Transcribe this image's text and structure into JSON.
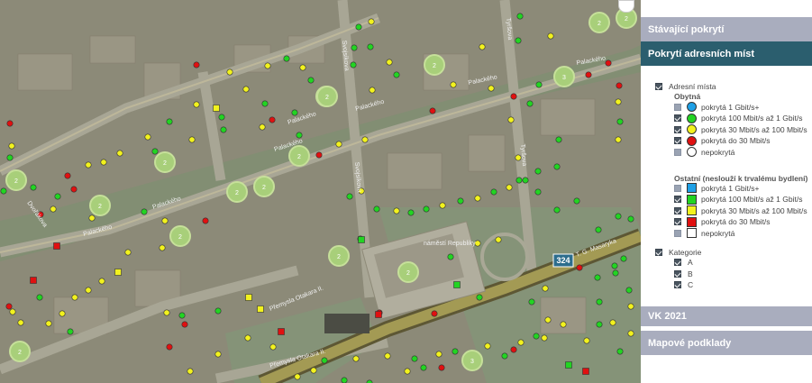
{
  "panel": {
    "sections": {
      "existing": "Stávající pokrytí",
      "address": "Pokrytí adresních míst",
      "vk": "VK 2021",
      "base": "Mapové podklady"
    },
    "tree": {
      "root": "Adresní místa",
      "residential": {
        "title": "Obytná",
        "items": [
          {
            "label": "pokrytá 1 Gbit/s+",
            "color": "#1ea0e6",
            "checked": false
          },
          {
            "label": "pokrytá 100 Mbit/s až 1 Gbit/s",
            "color": "#22d422",
            "checked": true
          },
          {
            "label": "pokrytá 30 Mbit/s až 100 Mbit/s",
            "color": "#f2f21e",
            "checked": true
          },
          {
            "label": "pokrytá do 30 Mbit/s",
            "color": "#e01010",
            "checked": true
          },
          {
            "label": "nepokrytá",
            "color": "#ffffff",
            "checked": false
          }
        ]
      },
      "other": {
        "title": "Ostatní (neslouží k trvalému bydlení)",
        "items": [
          {
            "label": "pokrytá 1 Gbit/s+",
            "color": "#1ea0e6",
            "checked": false
          },
          {
            "label": "pokrytá 100 Mbit/s až 1 Gbit/s",
            "color": "#22d422",
            "checked": true
          },
          {
            "label": "pokrytá 30 Mbit/s až 100 Mbit/s",
            "color": "#f2f21e",
            "checked": true
          },
          {
            "label": "pokrytá do 30 Mbit/s",
            "color": "#e01010",
            "checked": true
          },
          {
            "label": "nepokrytá",
            "color": "#ffffff",
            "checked": false
          }
        ]
      },
      "category": {
        "title": "Kategorie",
        "items": [
          "A",
          "B",
          "C"
        ]
      }
    }
  },
  "map": {
    "streets": [
      "Palackého",
      "Palackého",
      "Palackého",
      "Palackého",
      "Palackého",
      "Palackého",
      "Palackého",
      "Svojsíkova",
      "Svojsíkova",
      "Tyršova",
      "Tyršova",
      "Dvořákova",
      "Přemysla Otakara II.",
      "Přemysla Otakara II.",
      "T. G. Masaryka",
      "náměstí Republiky"
    ],
    "road_number": "324",
    "clusters": [
      {
        "count": "2"
      },
      {
        "count": "2"
      },
      {
        "count": "2"
      },
      {
        "count": "2"
      },
      {
        "count": "2"
      },
      {
        "count": "3"
      },
      {
        "count": "2"
      },
      {
        "count": "2"
      },
      {
        "count": "2"
      },
      {
        "count": "2"
      },
      {
        "count": "2"
      },
      {
        "count": "2"
      },
      {
        "count": "2"
      },
      {
        "count": "2"
      },
      {
        "count": "3"
      },
      {
        "count": "2"
      },
      {
        "count": "2"
      }
    ]
  }
}
